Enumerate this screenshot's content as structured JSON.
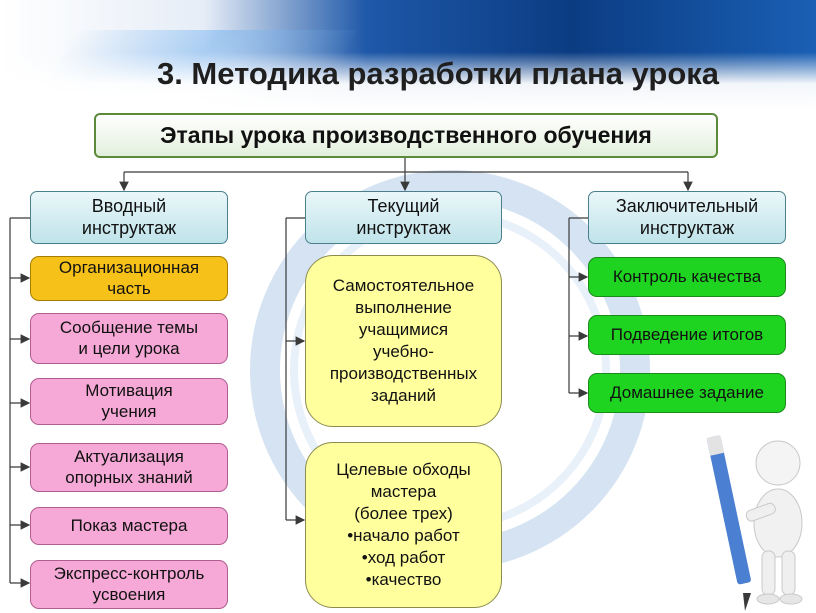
{
  "title": "3. Методика разработки плана урока",
  "main_box": "Этапы урока производственного обучения",
  "columns": {
    "left": {
      "header": [
        "Вводный",
        "инструктаж"
      ],
      "items": [
        [
          "Организационная",
          "часть"
        ],
        [
          "Сообщение темы",
          "и цели урока"
        ],
        [
          "Мотивация",
          "учения"
        ],
        [
          "Актуализация",
          "опорных знаний"
        ],
        [
          "Показ мастера"
        ],
        [
          "Экспресс-контроль",
          "усвоения"
        ]
      ]
    },
    "middle": {
      "header": [
        "Текущий",
        "инструктаж"
      ],
      "items": [
        [
          "Самостоятельное",
          "выполнение",
          "учащимися",
          "учебно-",
          "производственных",
          "заданий"
        ],
        [
          "Целевые обходы",
          "мастера",
          "(более трех)",
          "•начало работ",
          "•ход работ",
          "•качество"
        ]
      ]
    },
    "right": {
      "header": [
        "Заключительный",
        "инструктаж"
      ],
      "items": [
        [
          "Контроль качества"
        ],
        [
          "Подведение итогов"
        ],
        [
          "Домашнее задание"
        ]
      ]
    }
  },
  "colors": {
    "header_fill": "#bfe3ea",
    "orange": "#f6c21a",
    "pink": "#f6a9d7",
    "yellow": "#ffff9e",
    "green": "#1fd420",
    "connector": "#3a3a3a"
  },
  "icons": [
    "pencil-figure-icon"
  ]
}
